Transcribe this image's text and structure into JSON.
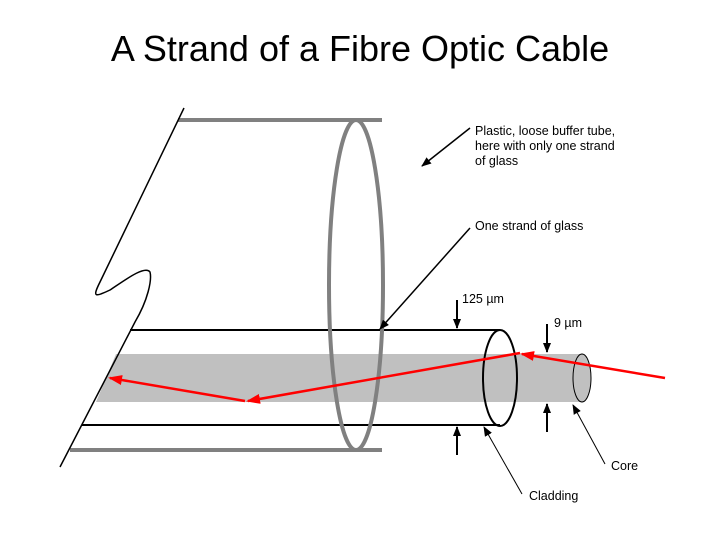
{
  "title": "A Strand of a Fibre Optic Cable",
  "labels": {
    "buffer_tube": "Plastic, loose buffer tube,\nhere with only one strand\nof glass",
    "glass_strand": "One strand of glass",
    "cladding_diameter": "125 µm",
    "core_diameter": "9 µm",
    "core": "Core",
    "cladding": "Cladding"
  },
  "colors": {
    "buffer_tube": "#808080",
    "core_fill": "#C0C0C0",
    "light_ray": "#FF0000",
    "outline": "#000000"
  }
}
